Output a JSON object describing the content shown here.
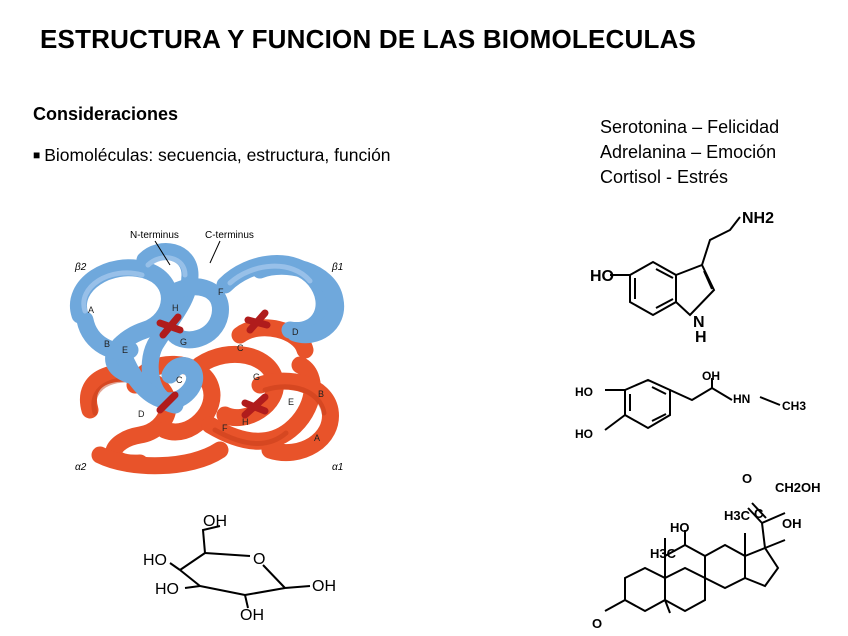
{
  "slide": {
    "title": "ESTRUCTURA Y FUNCION DE LAS BIOMOLECULAS",
    "section_heading": "Consideraciones",
    "bullet": "Biomoléculas: secuencia, estructura, función",
    "pairs": [
      "Serotonina – Felicidad",
      "Adrelanina – Emoción",
      "Cortisol - Estrés"
    ]
  },
  "hemoglobin": {
    "n_terminus": "N-terminus",
    "c_terminus": "C-terminus",
    "chain_labels": {
      "beta2": "β2",
      "beta1": "β1",
      "alpha2": "α2",
      "alpha1": "α1"
    },
    "helix_letters": [
      "A",
      "B",
      "E",
      "H",
      "G",
      "F",
      "C",
      "D",
      "C",
      "D",
      "G",
      "E",
      "B",
      "H",
      "F",
      "A"
    ],
    "colors": {
      "beta": "#6fa8dc",
      "alpha": "#e8532a",
      "heme": "#b01c1c"
    }
  },
  "glucose": {
    "labels": [
      "OH",
      "HO",
      "O",
      "HO",
      "OH",
      "OH"
    ]
  },
  "serotonin": {
    "labels": [
      "NH2",
      "HO",
      "N",
      "H"
    ]
  },
  "adrenaline": {
    "labels": [
      "OH",
      "HO",
      "HN",
      "CH3",
      "HO"
    ]
  },
  "cortisol": {
    "labels": [
      "O",
      "CH2OH",
      "C",
      "H3C",
      "OH",
      "HO",
      "H3C",
      "O"
    ]
  }
}
